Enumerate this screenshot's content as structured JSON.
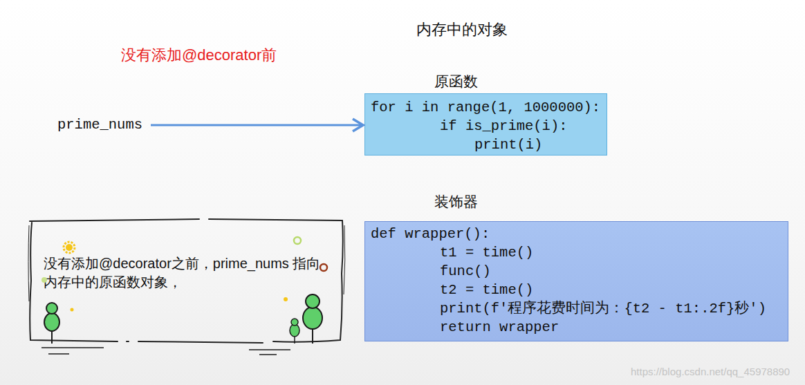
{
  "diagram": {
    "title": "内存中的对象",
    "nodes": [
      {
        "text": [
          "prime_nums"
        ]
      },
      {
        "text": [
          "原函数",
          "for i in range(1, 1000000):",
          "if is_prime(i):",
          "print(i)"
        ]
      },
      {
        "text": [
          "没有添加@decorator之前，prime_nums 指向内存中的原函数对象，"
        ]
      },
      {
        "text": [
          "装饰器",
          "def wrapper():",
          "t1 = time()",
          "func()",
          "t2 = time()",
          "print(f'程序花费时间为：{t2 - t1:.2f}秒')",
          "return wrapper"
        ]
      }
    ],
    "edges": [
      {
        "from": 0,
        "to": 1,
        "arrow": "to"
      }
    ],
    "labels": [
      "没有添加@decorator前",
      "https://blog.csdn.net/qq_45978890"
    ]
  }
}
